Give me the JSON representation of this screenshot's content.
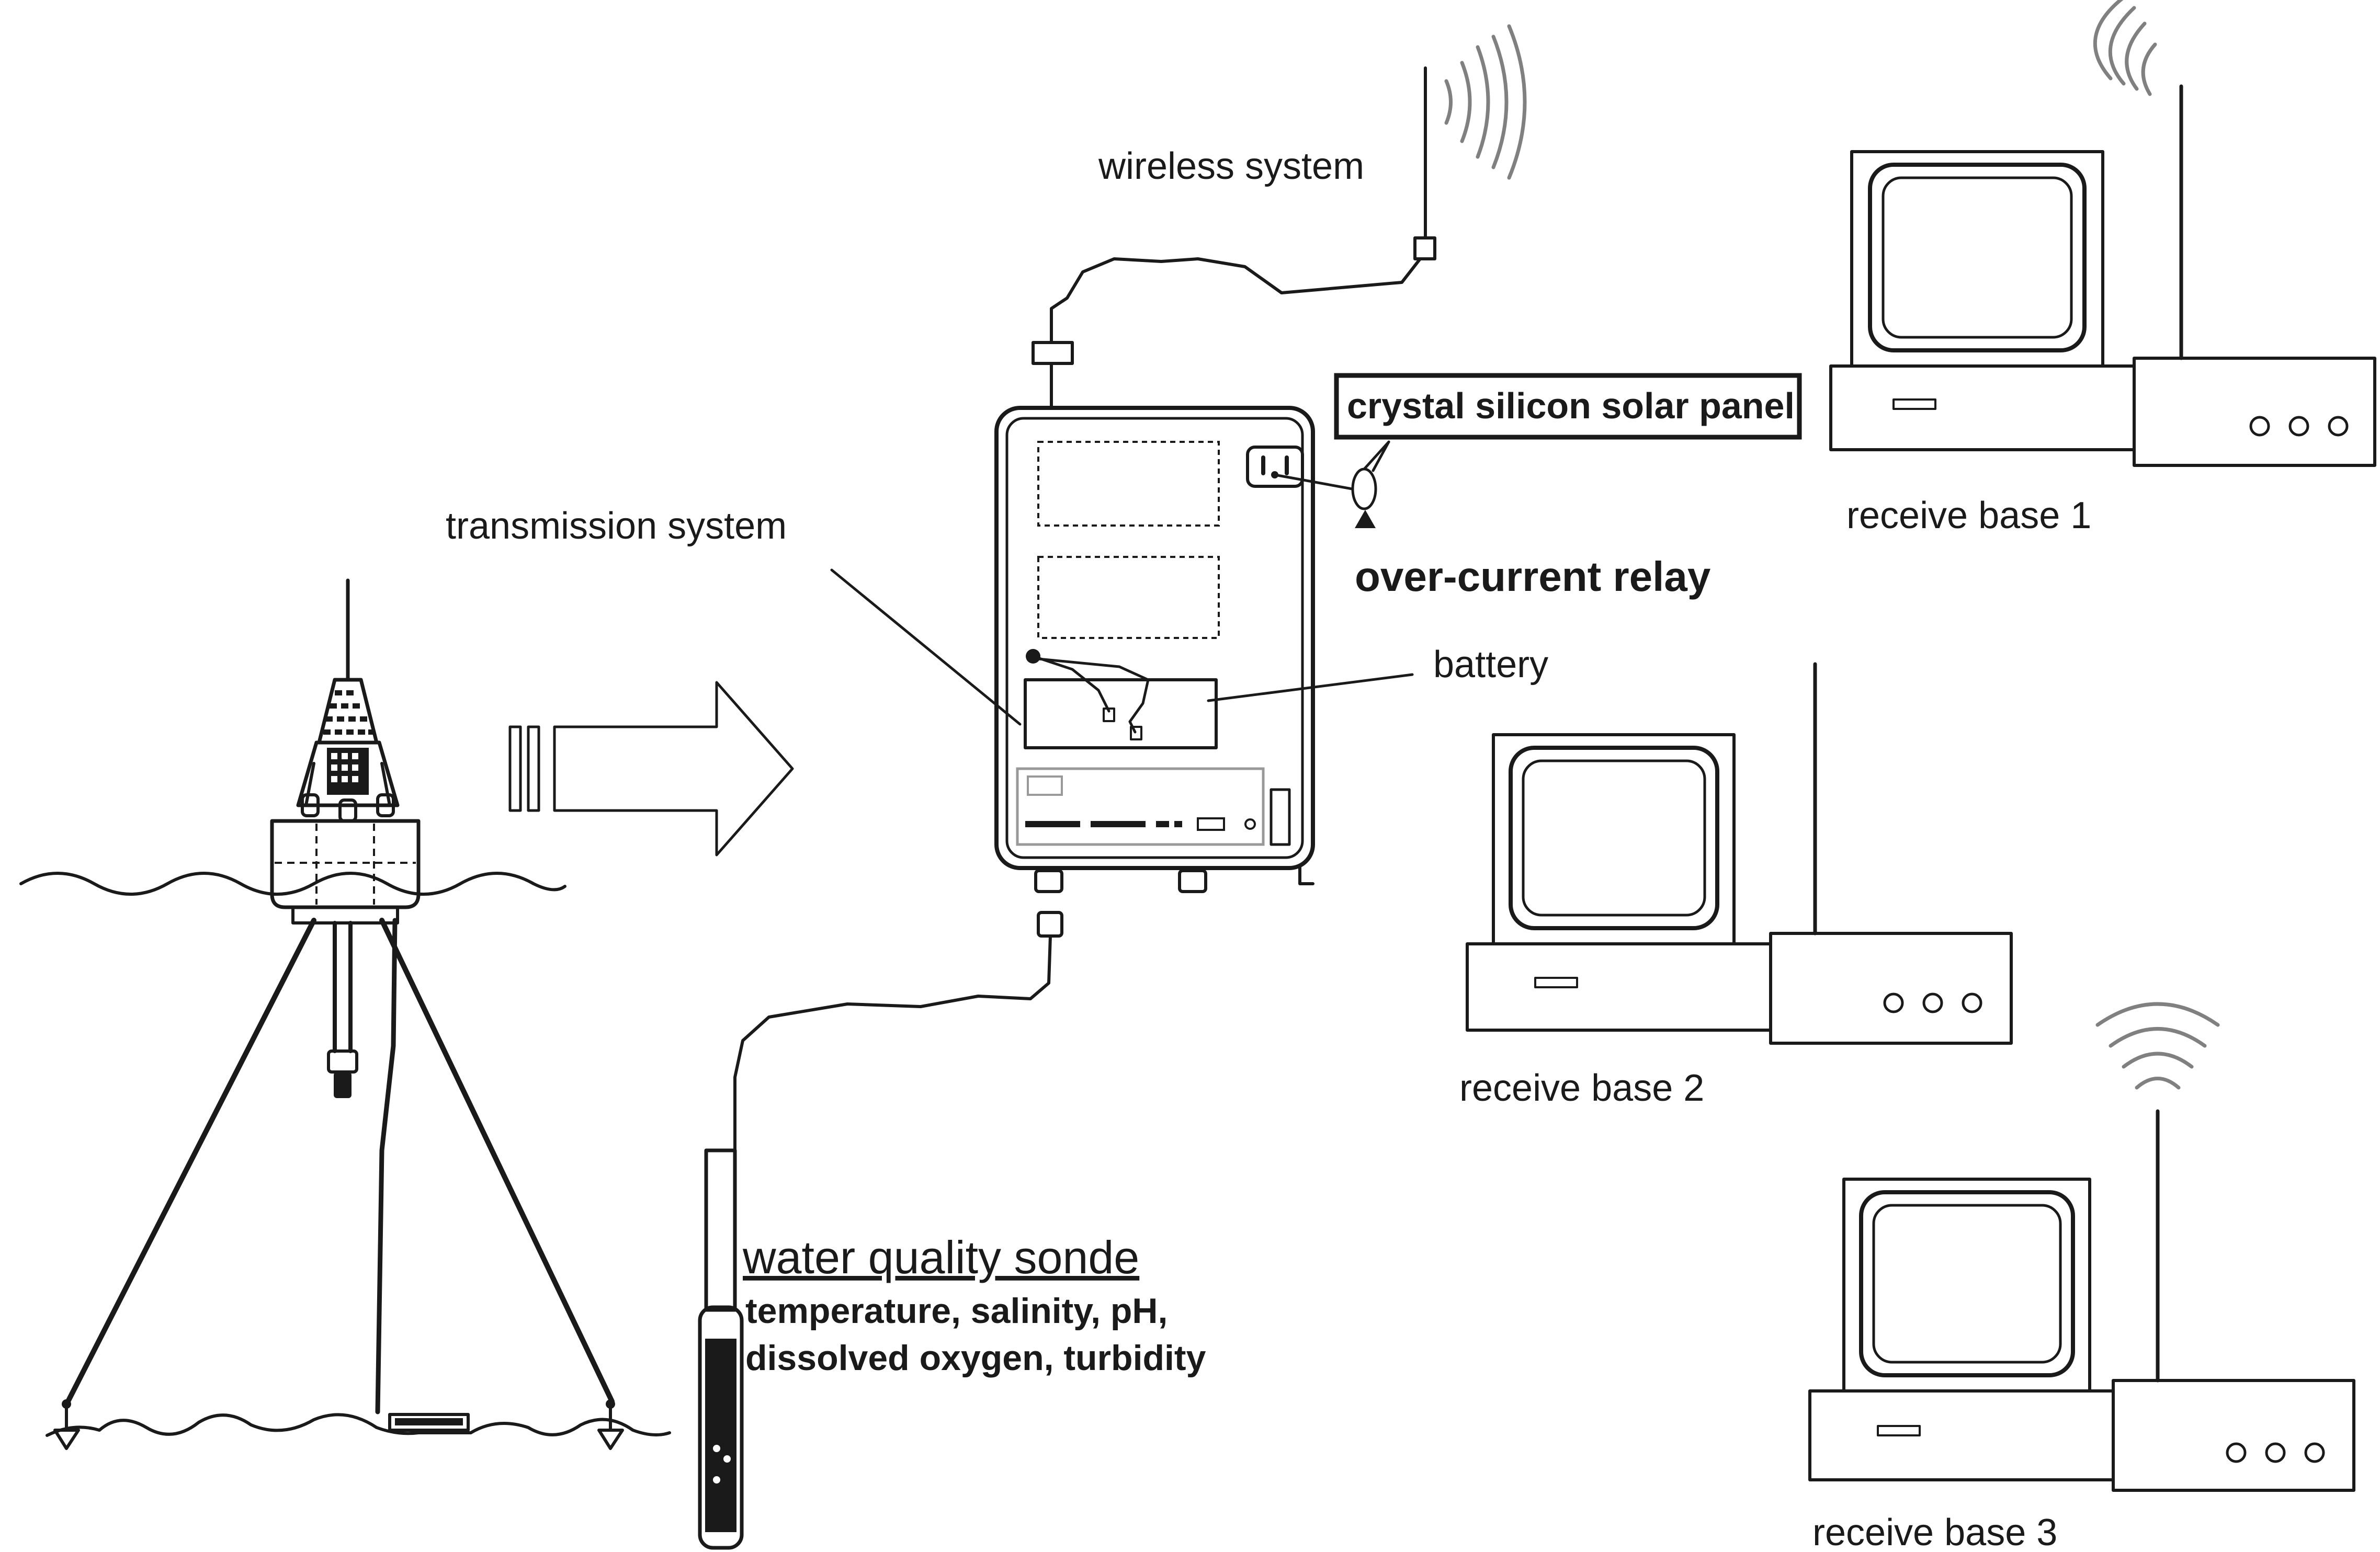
{
  "labels": {
    "wireless_system": "wireless system",
    "transmission_system": "transmission system",
    "solar_panel": "crystal silicon solar panel",
    "over_current_relay": "over-current relay",
    "battery": "battery",
    "sonde_title": "water quality sonde",
    "sonde_params_line1": "temperature, salinity, pH,",
    "sonde_params_line2": "dissolved oxygen, turbidity"
  },
  "receive_bases": [
    {
      "label": "receive base 1"
    },
    {
      "label": "receive base 2"
    },
    {
      "label": "receive base 3"
    }
  ],
  "icons": [
    "buoy-icon",
    "big-arrow-icon",
    "antenna-icon",
    "enclosure-icon",
    "sonde-probe-icon",
    "computer-icon",
    "radio-waves-icon"
  ],
  "colors": {
    "line": "#1a1a1a",
    "background": "#ffffff",
    "waves": "#808080"
  }
}
